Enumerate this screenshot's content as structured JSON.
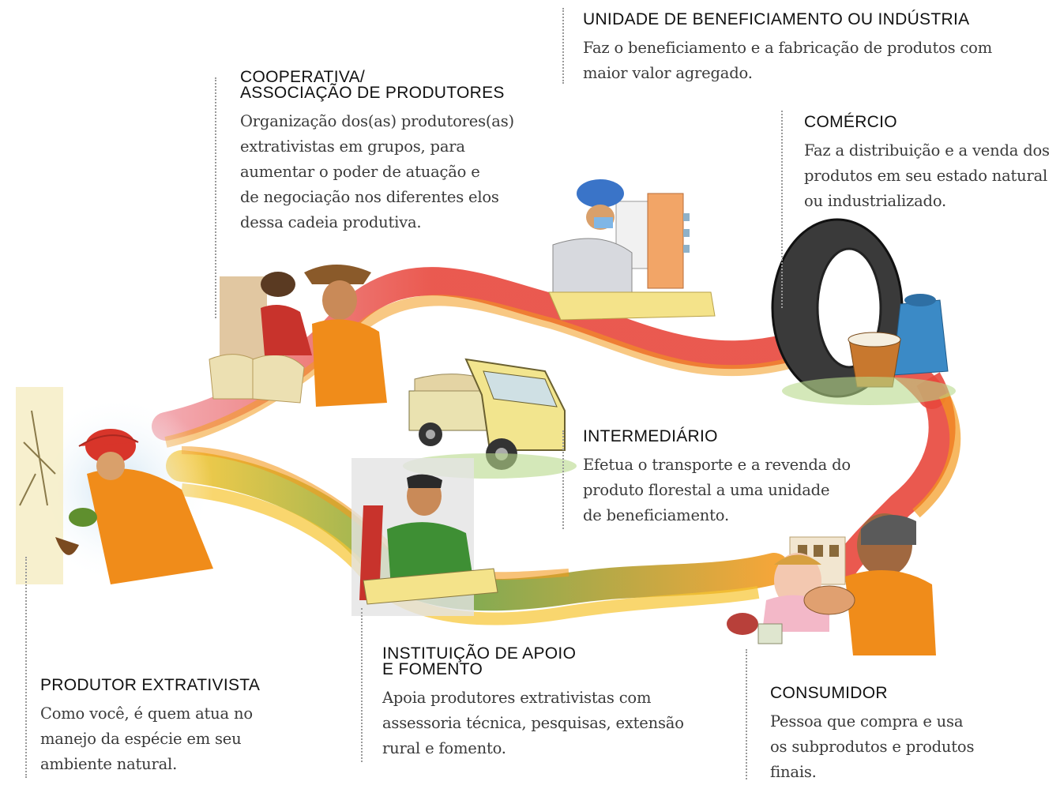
{
  "blocks": {
    "unidade": {
      "title": "UNIDADE DE BENEFICIAMENTO OU INDÚSTRIA",
      "lines": [
        "Faz o beneficiamento e a fabricação de produtos com",
        "maior valor agregado."
      ]
    },
    "cooperativa": {
      "title_lines": [
        "COOPERATIVA/",
        "ASSOCIAÇÃO DE PRODUTORES"
      ],
      "lines": [
        "Organização dos(as) produtores(as)",
        "extrativistas em grupos, para",
        "aumentar o poder de atuação e",
        "de negociação nos diferentes elos",
        "dessa cadeia produtiva."
      ]
    },
    "comercio": {
      "title": "COMÉRCIO",
      "lines": [
        "Faz a distribuição e a venda dos",
        "produtos em seu estado natural",
        "ou industrializado."
      ]
    },
    "intermediario": {
      "title": "INTERMEDIÁRIO",
      "lines": [
        "Efetua o transporte e a revenda do",
        "produto florestal a uma unidade",
        "de beneficiamento."
      ]
    },
    "instituicao": {
      "title_lines": [
        "INSTITUIÇÃO DE APOIO",
        "E FOMENTO"
      ],
      "lines": [
        "Apoia produtores extrativistas com",
        "assessoria técnica, pesquisas, extensão",
        "rural e fomento."
      ]
    },
    "produtor": {
      "title": "PRODUTOR EXTRATIVISTA",
      "lines": [
        "Como você, é quem atua no",
        "manejo da espécie em seu",
        "ambiente natural."
      ]
    },
    "consumidor": {
      "title": "CONSUMIDOR",
      "lines": [
        "Pessoa que compra e usa",
        "os subprodutos e produtos",
        "finais."
      ]
    }
  },
  "colors": {
    "red_band": "#e8473c",
    "orange_band": "#f39a1e",
    "yellow_band": "#f6c531",
    "green_band": "#6aa03c",
    "pink_band": "#f1a0a8",
    "shirt_orange": "#f08c1a",
    "hat_red": "#d8352a",
    "shirt_green": "#3e8f34"
  },
  "icons": [
    "rubber-tapper-illustration",
    "cooperative-farmers-illustration",
    "factory-worker-illustration",
    "truck-illustration",
    "tire-and-buckets-illustration",
    "support-agent-illustration",
    "consumer-market-illustration"
  ]
}
